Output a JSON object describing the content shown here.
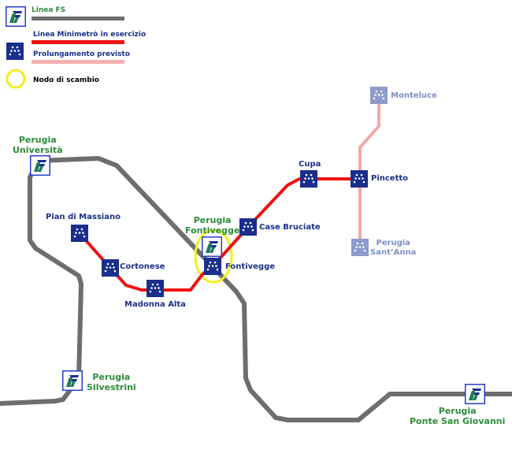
{
  "legend": {
    "fs_line": "Linea FS",
    "minimetro_line": "Linea Minimetrò in esercizio",
    "extension": "Prolungamento previsto",
    "interchange": "Nodo di scambio"
  },
  "colors": {
    "fs_line": "#6e6e6e",
    "minimetro": "#ee1111",
    "extension": "#f4a0a0",
    "station_active": "#1a2f8c",
    "station_planned": "#8e9ccc",
    "fs_label": "#2e8b3a",
    "interchange": "#f0f020"
  },
  "fs_stations": [
    {
      "id": "universita",
      "line1": "Perugia",
      "line2": "Università"
    },
    {
      "id": "fontivegge",
      "line1": "Perugia",
      "line2": "Fontivegge"
    },
    {
      "id": "silvestrini",
      "line1": "Perugia",
      "line2": "Silvestrini"
    },
    {
      "id": "ponte",
      "line1": "Perugia",
      "line2": "Ponte San Giovanni"
    }
  ],
  "minimetro_stations": [
    {
      "id": "pian",
      "name": "Pian di Massiano"
    },
    {
      "id": "cortonese",
      "name": "Cortonese"
    },
    {
      "id": "madonna",
      "name": "Madonna Alta"
    },
    {
      "id": "fontivegge",
      "name": "Fontivegge"
    },
    {
      "id": "case",
      "name": "Case Bruciate"
    },
    {
      "id": "cupa",
      "name": "Cupa"
    },
    {
      "id": "pincetto",
      "name": "Pincetto"
    }
  ],
  "planned_stations": [
    {
      "id": "monteluce",
      "name": "Monteluce"
    },
    {
      "id": "santanna",
      "line1": "Perugia",
      "line2": "Sant’Anna"
    }
  ]
}
